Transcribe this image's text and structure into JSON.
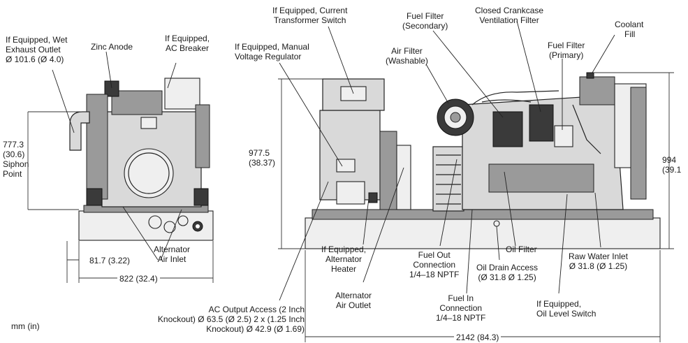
{
  "units_note": "mm (in)",
  "callouts": {
    "wet_exhaust": [
      "If Equipped, Wet",
      "Exhaust Outlet",
      "Ø 101.6 (Ø 4.0)"
    ],
    "zinc_anode": [
      "Zinc Anode"
    ],
    "ac_breaker": [
      "If Equipped,",
      "AC Breaker"
    ],
    "current_transformer": [
      "If Equipped, Current",
      "Transformer Switch"
    ],
    "voltage_regulator": [
      "If Equipped, Manual",
      "Voltage Regulator"
    ],
    "fuel_filter_secondary": [
      "Fuel Filter",
      "(Secondary)"
    ],
    "closed_crankcase": [
      "Closed Crankcase",
      "Ventilation Filter"
    ],
    "coolant_fill": [
      "Coolant",
      "Fill"
    ],
    "air_filter": [
      "Air Filter",
      "(Washable)"
    ],
    "fuel_filter_primary": [
      "Fuel Filter",
      "(Primary)"
    ],
    "alternator_air_inlet": [
      "Alternator",
      "Air Inlet"
    ],
    "alternator_heater": [
      "If Equipped,",
      "Alternator",
      "Heater"
    ],
    "fuel_out": [
      "Fuel Out",
      "Connection",
      "1/4–18 NPTF"
    ],
    "oil_filter": [
      "Oil Filter"
    ],
    "oil_drain": [
      "Oil Drain Access",
      "(Ø 31.8 Ø 1.25)"
    ],
    "raw_water_inlet": [
      "Raw Water Inlet",
      "Ø 31.8 (Ø 1.25)"
    ],
    "alternator_air_outlet": [
      "Alternator",
      "Air Outlet"
    ],
    "fuel_in": [
      "Fuel In",
      "Connection",
      "1/4–18 NPTF"
    ],
    "oil_level_switch": [
      "If Equipped,",
      "Oil Level Switch"
    ],
    "ac_output": [
      "AC Output Access (2 Inch",
      "Knockout) Ø 63.5 (Ø 2.5) 2 x (1.25 Inch",
      "Knockout) Ø 42.9 (Ø 1.69)"
    ]
  },
  "dimensions": {
    "siphon": [
      "777.3",
      "(30.6)",
      "Siphon",
      "Point"
    ],
    "offset": "81.7 (3.22)",
    "end_width": "822 (32.4)",
    "side_height": [
      "977.5",
      "(38.37)"
    ],
    "overall_height": [
      "994",
      "(39.1"
    ],
    "overall_length": "2142 (84.3)"
  }
}
